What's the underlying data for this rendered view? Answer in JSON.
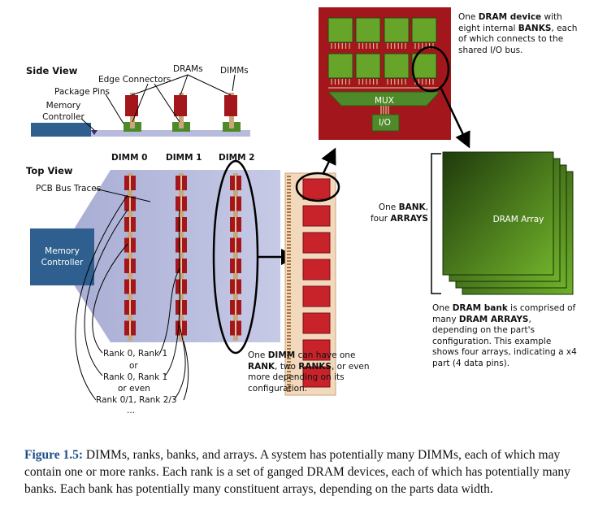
{
  "side_view": {
    "title": "Side View",
    "labels": {
      "drams": "DRAMs",
      "dimms": "DIMMs",
      "edge_connectors": "Edge Connectors",
      "package_pins": "Package Pins",
      "memory_controller": "Memory Controller"
    }
  },
  "top_view": {
    "title": "Top View",
    "pcb_bus_traces": "PCB Bus Traces",
    "memory_controller": "Memory Controller",
    "dimm_headers": [
      "DIMM 0",
      "DIMM 1",
      "DIMM 2"
    ],
    "rank_labels": [
      "Rank 0, Rank 1",
      "or",
      "Rank 0, Rank 1",
      "or even",
      "Rank 0/1, Rank 2/3",
      "..."
    ]
  },
  "dram_device": {
    "mux_label": "MUX",
    "io_label": "I/O",
    "description": {
      "pre": "One ",
      "bold1": "DRAM device",
      "mid": " with eight internal ",
      "bold2": "BANKS",
      "post": ", each of which connects to the shared I/O bus."
    }
  },
  "bank": {
    "label_bold1": "BANK",
    "label_pre": "One ",
    "label_line2_pre": "four ",
    "label_bold2": "ARRAYS",
    "array_label": "DRAM Array",
    "array_count": 4,
    "description": {
      "pre": "One ",
      "bold1": "DRAM bank",
      "mid": " is comprised of many ",
      "bold2": "DRAM ARRAYS",
      "post": ", depending on the part's configuration. This example shows four arrays, indicating a x4 part (4 data pins)."
    }
  },
  "dimm_note": {
    "pre": "One ",
    "bold1": "DIMM",
    "mid1": " can have one ",
    "bold2": "RANK",
    "mid2": ", two ",
    "bold3": "RANKS",
    "post": ", or even more depending on its configuration."
  },
  "caption": {
    "figure": "Figure 1.5:",
    "text": " DIMMs, ranks, banks, and arrays. A system has potentially many DIMMs, each of which may contain one or more ranks. Each rank is a set of ganged DRAM devices, each of which has potentially many banks. Each bank has potentially many constituent arrays, depending on the parts data width."
  },
  "colors": {
    "dram_red": "#a3171c",
    "dram_red_light": "#c8232a",
    "bank_green": "#3d7a1a",
    "bank_green_light": "#66a52a",
    "pcb_lavender": "#b7bbdc",
    "controller_blue": "#2e5f8e",
    "connector_green": "#4f8a2a",
    "caption_blue": "#1f4e8c"
  }
}
